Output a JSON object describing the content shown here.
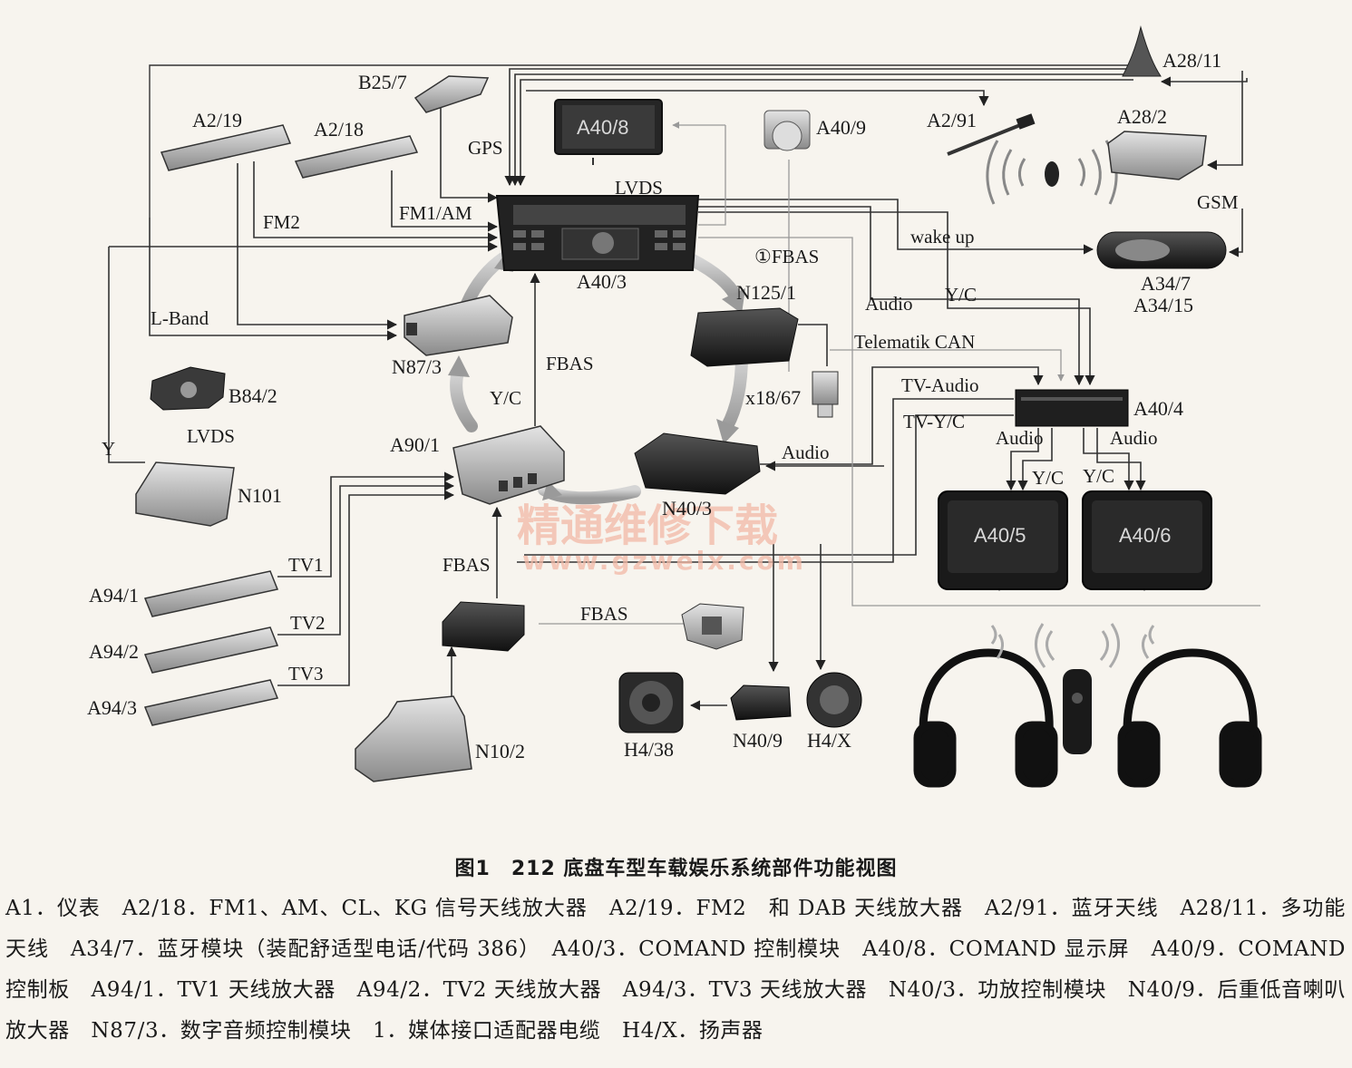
{
  "components": {
    "B25_7": "B25/7",
    "A2_19": "A2/19",
    "A2_18": "A2/18",
    "A40_8": "A40/8",
    "A40_9": "A40/9",
    "A28_11": "A28/11",
    "A2_91": "A2/91",
    "A28_2": "A28/2",
    "A34_7": "A34/7",
    "A34_15": "A34/15",
    "A40_3": "A40/3",
    "N125_1": "N125/1",
    "N87_3": "N87/3",
    "B84_2": "B84/2",
    "N101": "N101",
    "A90_1": "A90/1",
    "N40_3": "N40/3",
    "x18_67": "x18/67",
    "A40_4": "A40/4",
    "A40_5": "A40/5",
    "A40_6": "A40/6",
    "A94_1": "A94/1",
    "A94_2": "A94/2",
    "A94_3": "A94/3",
    "N10_2": "N10/2",
    "H4_38": "H4/38",
    "N40_9": "N40/9",
    "H4_X": "H4/X"
  },
  "signals": {
    "gps": "GPS",
    "fm2": "FM2",
    "fm1_am": "FM1/AM",
    "lvds_top": "LVDS",
    "fbas_1": "①FBAS",
    "wake_up": "wake up",
    "gsm": "GSM",
    "audio_top": "Audio",
    "yc_top": "Y/C",
    "l_band": "L-Band",
    "fbas_mid": "FBAS",
    "yc_mid": "Y/C",
    "telematik_can": "Telematik CAN",
    "tv_audio": "TV-Audio",
    "tv_yc": "TV-Y/C",
    "lvds_left": "LVDS",
    "y_left": "Y",
    "audio_mid": "Audio",
    "audio_a40_4_left": "Audio",
    "audio_a40_4_right": "Audio",
    "yc_a40_5": "Y/C",
    "yc_a40_6": "Y/C",
    "tv1": "TV1",
    "tv2": "TV2",
    "tv3": "TV3",
    "fbas_bottom": "FBAS",
    "fbas_bottom2": "FBAS"
  },
  "watermark": {
    "line1": "精通维修下载",
    "line2": "www.gzweix.com"
  },
  "caption": "图1　212 底盘车型车载娱乐系统部件功能视图",
  "legend": "A1．仪表　A2/18．FM1、AM、CL、KG 信号天线放大器　A2/19．FM2　和 DAB 天线放大器　A2/91．蓝牙天线　A28/11．多功能天线　A34/7．蓝牙模块（装配舒适型电话/代码 386）　A40/3．COMAND 控制模块　A40/8．COMAND 显示屏　A40/9．COMAND 控制板　A94/1．TV1 天线放大器　A94/2．TV2 天线放大器　A94/3．TV3 天线放大器　N40/3．功放控制模块　N40/9．后重低音喇叭放大器　N87/3．数字音频控制模块　1．媒体接口适配器电缆　H4/X．扬声器"
}
